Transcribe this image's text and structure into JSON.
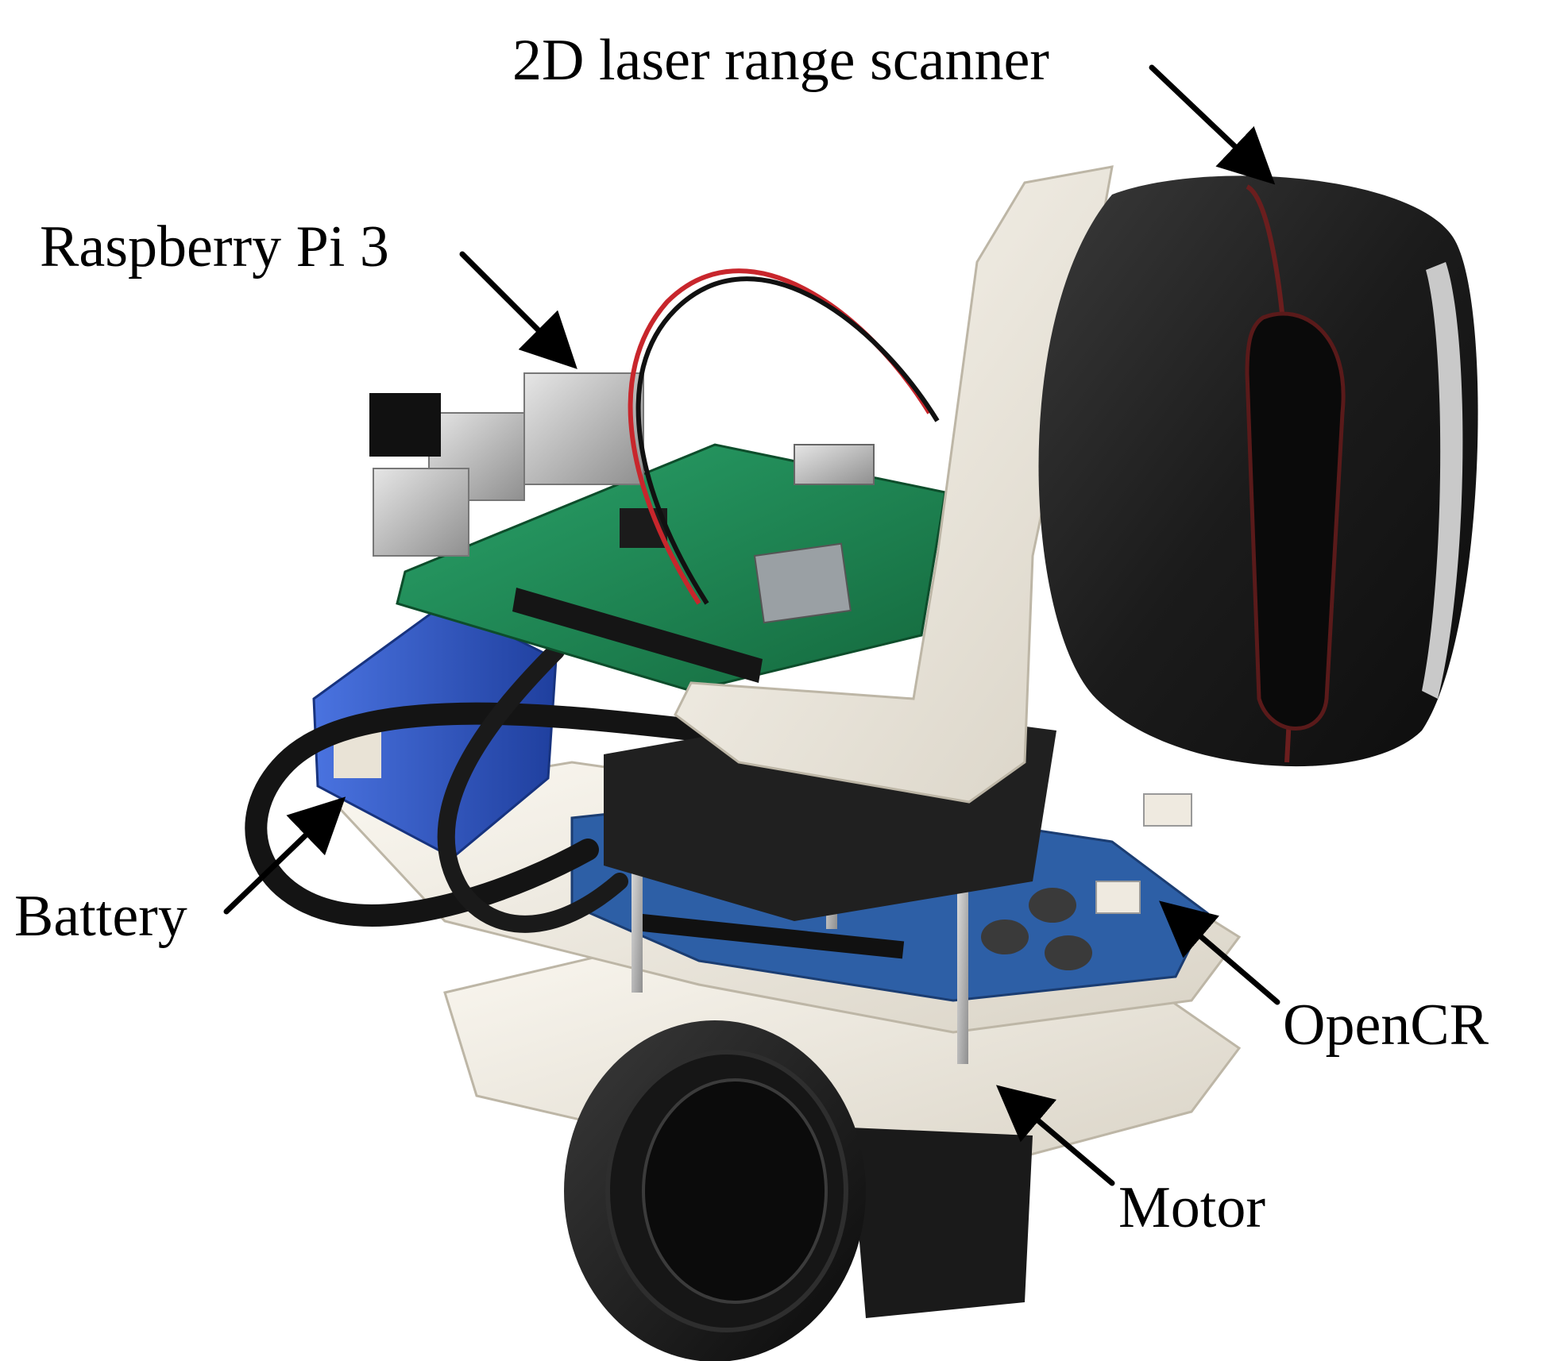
{
  "labels": {
    "scanner": "2D laser range scanner",
    "raspberry": "Raspberry Pi 3",
    "battery": "Battery",
    "opencr": "OpenCR",
    "motor": "Motor"
  },
  "colors": {
    "background": "#ffffff",
    "text": "#000000",
    "pcb_green": "#1f8a54",
    "opencr_blue": "#2d5fa6",
    "battery_blue": "#2f56c8",
    "frame_white": "#f3efe6",
    "scanner_black": "#1d1d1d",
    "cable_red": "#c8262c"
  }
}
